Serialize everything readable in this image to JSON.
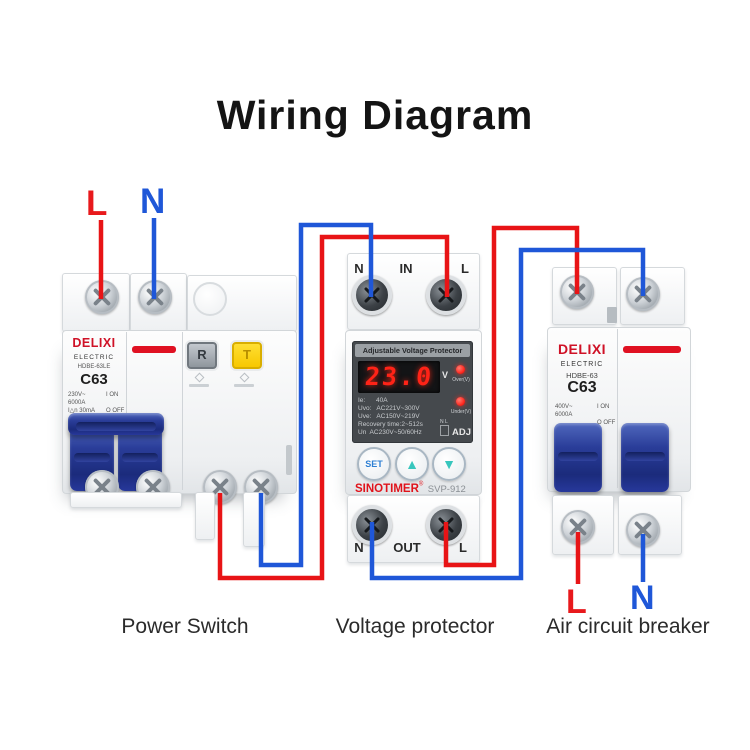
{
  "title": "Wiring Diagram",
  "colors": {
    "wire_live": "#e81416",
    "wire_neutral": "#1f57d8",
    "brand_red": "#cf1126",
    "display_red": "#ff2317",
    "button_yellow": "#f7c800",
    "arrow_teal": "#38c6bd",
    "set_blue": "#2d7fd3"
  },
  "input": {
    "live_label": "L",
    "neutral_label": "N"
  },
  "output": {
    "live_label": "L",
    "neutral_label": "N"
  },
  "power_switch": {
    "caption": "Power Switch",
    "brand": "DELIXI",
    "brand_sub": "ELECTRIC",
    "model": "HDBE-63LE",
    "rating": "C63",
    "spec_voltage": "230V~",
    "spec_current": "6000A",
    "spec_leakage": "I△n 30mA",
    "on_label": "I ON",
    "off_label": "O OFF",
    "reset_button": "R",
    "test_button": "T"
  },
  "voltage_protector": {
    "caption": "Voltage protector",
    "in_terminals": {
      "left": "N",
      "mid": "IN",
      "right": "L"
    },
    "out_terminals": {
      "left": "N",
      "mid": "OUT",
      "right": "L"
    },
    "panel_title": "Adjustable Voltage Protector",
    "display_value": "23.0",
    "display_unit": "V",
    "over_label": "Over(V)",
    "under_label": "Under(V)",
    "wiring_mark": "N L",
    "adj_label": "ADJ",
    "specs": [
      "Ie:      40A",
      "Uvo:   AC221V~300V",
      "Uve:   AC150V~219V",
      "Recovery time:2~512s",
      "Un  AC230V~50/60Hz"
    ],
    "set_button": "SET",
    "up_glyph": "▲",
    "down_glyph": "▼",
    "brand": "SINOTIMER",
    "reg_mark": "®",
    "model": "SVP-912"
  },
  "air_breaker": {
    "caption": "Air circuit breaker",
    "brand": "DELIXI",
    "brand_sub": "ELECTRIC",
    "model": "HDBE-63",
    "rating": "C63",
    "spec_voltage": "400V~",
    "spec_current": "6000A",
    "on_label": "I ON",
    "off_label": "O OFF"
  }
}
